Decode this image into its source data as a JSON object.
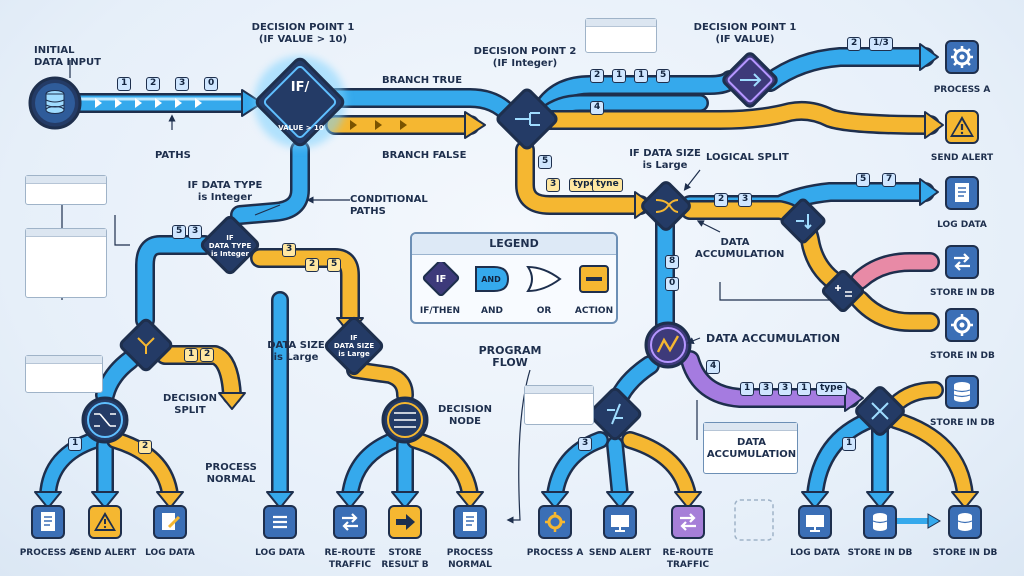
{
  "labels": {
    "initial_data_input": "INITIAL\nDATA INPUT",
    "decision_point_1": "DECISION POINT 1\n(IF VALUE > 10)",
    "decision_point_2": "DECISION POINT 2\n(IF Integer)",
    "decision_point_1b": "DECISION POINT 1\n(IF VALUE)",
    "paths": "PATHS",
    "branch_true": "BRANCH TRUE",
    "branch_false": "BRANCH FALSE",
    "if_data_size_large_top": "IF DATA SIZE\nis Large",
    "logical_split": "LOGICAL SPLIT",
    "if_data_type_integer": "IF DATA TYPE\nis Integer",
    "conditional_paths": "CONDITIONAL\nPATHS",
    "data_accumulation_right": "DATA\nACCUMULATION",
    "data_accumulation_mid": "DATA ACCUMULATION",
    "data_accumulation_box": "DATA\nACCUMULATION",
    "data_size_large_mid": "DATA SIZE\nis Large",
    "program_flow": "PROGRAM\nFLOW",
    "decision_split": "DECISION\nSPLIT",
    "decision_node": "DECISION\nNODE",
    "process_normal_mid": "PROCESS\nNORMAL",
    "if_diamond_text": "IF/",
    "value_gt_10": "VALUE > 10",
    "if_diamond_small": "IF\nDATA TYPE\nis Integer",
    "if_diamond_small2": "IF\nDATA SIZE\nis Large"
  },
  "legend": {
    "title": "LEGEND",
    "items": [
      {
        "symbol": "IF",
        "label": "IF/THEN"
      },
      {
        "symbol": "AND",
        "label": "AND"
      },
      {
        "symbol": "",
        "label": "OR"
      },
      {
        "symbol": "",
        "label": "ACTION"
      }
    ]
  },
  "right_outputs": {
    "process_a": "PROCESS A",
    "send_alert": "SEND ALERT",
    "log_data": "LOG DATA",
    "store_in_db_1": "STORE IN DB",
    "store_in_db_2": "STORE IN DB",
    "store_in_db_3": "STORE IN DB"
  },
  "bottom_outputs": [
    "PROCESS A",
    "SEND ALERT",
    "LOG DATA",
    "LOG DATA",
    "RE-ROUTE\nTRAFFIC",
    "STORE\nRESULT B",
    "PROCESS\nNORMAL",
    "PROCESS A",
    "SEND ALERT",
    "RE-ROUTE\nTRAFFIC",
    "LOG DATA",
    "STORE IN DB",
    "STORE IN DB"
  ],
  "chips": {
    "input_seq": [
      "1",
      "2",
      "3",
      "0"
    ],
    "top_right_a": [
      "2",
      "1/3"
    ],
    "mid_seq": [
      "2",
      "1",
      "1",
      "5"
    ],
    "mid_four": "4",
    "five_left": "5",
    "three_type": [
      "3",
      "type",
      "tyne"
    ],
    "logical_seq": [
      "2",
      "3"
    ],
    "log_seq": [
      "5",
      "7"
    ],
    "eight": "8",
    "zero": "0",
    "four_purple": "4",
    "purple_seq": [
      "1",
      "3",
      "3",
      "1",
      "type"
    ],
    "left_53": [
      "5",
      "3"
    ],
    "right_3": "3",
    "two_5": [
      "2",
      "5"
    ],
    "split_12": [
      "1",
      "2"
    ],
    "one_bottom": "1",
    "two_bottom": "2",
    "three_bottom": "3",
    "one_right": "1"
  },
  "colors": {
    "blue_path": "#35a9ec",
    "yellow_path": "#f5b731",
    "purple_path": "#a57be0",
    "pink_path": "#e88aa6",
    "outline": "#1e2f4d",
    "node_fill": "#243b66"
  },
  "icons": {
    "input": "database-icon",
    "process": "gear-icon",
    "alert": "warning-icon",
    "log": "document-icon",
    "store": "database-icon",
    "reroute": "swap-arrows-icon"
  }
}
